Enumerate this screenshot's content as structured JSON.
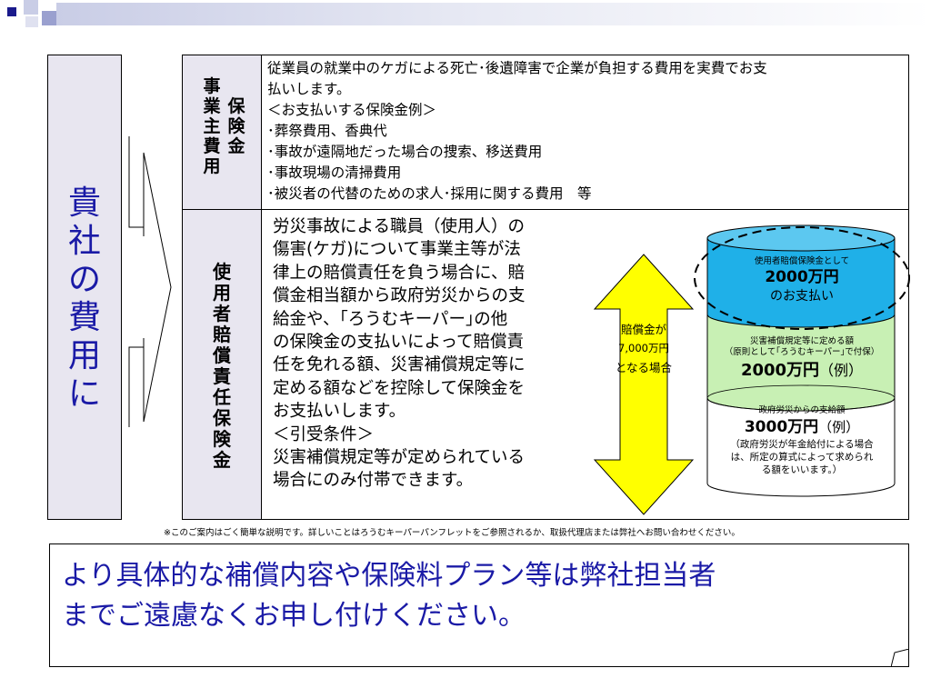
{
  "left_label": [
    "貴",
    "社",
    "の",
    "費",
    "用",
    "に"
  ],
  "section1": {
    "label_col1": [
      "事",
      "業",
      "主",
      "費",
      "用"
    ],
    "label_col2": [
      "保",
      "険",
      "金"
    ],
    "lines": [
      "従業員の就業中のケガによる死亡･後遺障害で企業が負担する費用を実費でお支",
      "払いします。",
      "＜お支払いする保険金例＞",
      "･葬祭費用、香典代",
      "･事故が遠隔地だった場合の捜索、移送費用",
      "･事故現場の清掃費用",
      "･被災者の代替のための求人･採用に関する費用　等"
    ]
  },
  "section2": {
    "label": [
      "使",
      "用",
      "者",
      "賠",
      "償",
      "責",
      "任",
      "保",
      "険",
      "金"
    ],
    "lines": [
      "労災事故による職員（使用人）の",
      "傷害(ケガ)について事業主等が法",
      "律上の賠償責任を負う場合に、賠",
      "償金相当額から政府労災からの支",
      "給金や、｢ろうむキーパー｣の他",
      "の保険金の支払いによって賠償責",
      "任を免れる額、災害補償規定等に",
      "定める額などを控除して保険金を",
      "お支払いします。",
      "＜引受条件＞",
      "災害補償規定等が定められている",
      "場合にのみ付帯できます。"
    ]
  },
  "arrow": {
    "line1": "賠償金が",
    "line2": "7,000万円",
    "line3": "となる場合"
  },
  "cylinder": {
    "top_small": "使用者賠償保険金として",
    "top_big": "2000万円",
    "top_sub": "のお支払い",
    "mid_small1": "災害補償規定等に定める額",
    "mid_small2": "（原則として｢ろうむキーパー｣で付保）",
    "mid_big": "2000万円",
    "mid_suffix": "（例）",
    "bot_small": "政府労災からの支給額",
    "bot_big": "3000万円",
    "bot_suffix": "（例）",
    "bot_note1": "（政府労災が年金給付による場合",
    "bot_note2": "は、所定の算式によって求められ",
    "bot_note3": "る額をいいます。）"
  },
  "footnote": "※このご案内はごく簡単な説明です。詳しいことはろうむキーパーパンフレットをご参照されるか、取扱代理店または弊社へお問い合わせください。",
  "bottom": {
    "line1": "より具体的な補償内容や保険料プラン等は弊社担当者",
    "line2": "までご遠慮なくお申し付けください。"
  },
  "colors": {
    "accent_blue": "#1a1aa6",
    "cyan": "#1fb0e8",
    "light_green": "#c8f0b4",
    "arrow_yellow": "#ffff00",
    "lavender": "#e8e6f0"
  }
}
